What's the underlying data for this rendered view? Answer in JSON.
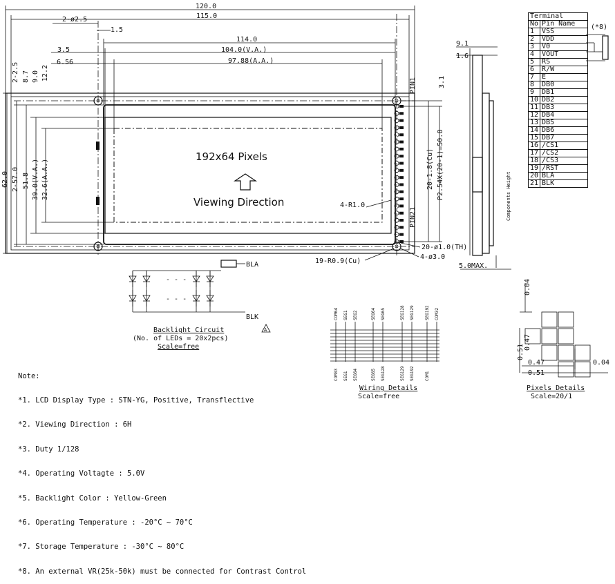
{
  "front_view": {
    "dims_top": {
      "overall_width": "120.0",
      "pcb_width": "115.0",
      "offset_left": "2-ø2.5",
      "offset_small": "1.5",
      "bezel_width": "114.0",
      "offset_va": "3.5",
      "va_width": "104.0(V.A.)",
      "offset_aa": "6.56",
      "aa_width": "97.88(A.A.)"
    },
    "dims_left": {
      "d1": "2-2.5",
      "d2": "8.7",
      "d3": "9.0",
      "d4": "12.2",
      "overall_height": "62.0",
      "hole_pitch": "2-57.0",
      "bezel_height": "51.8",
      "va_height": "39.0(V.A.)",
      "aa_height": "32.6(A.A.)"
    },
    "center_text": "192x64 Pixels",
    "viewing_text": "Viewing Direction",
    "corner_radius": "4-R1.0",
    "pin1_label": "PIN1",
    "pin21_label": "PIN21",
    "right_dim_small": "3.1",
    "right_dim_pitch": "20-1.8(Cu)",
    "right_dim_total": "P2.54X(20-1)=50.8",
    "hole_label": "20-ø1.0(TH)",
    "mount_label": "4-ø3.0",
    "pad_label": "19-R0.9(Cu)",
    "max_label": "5.0MAX."
  },
  "side_view": {
    "d1": "9.1",
    "d2": "1.6",
    "component_height": "Components Height"
  },
  "terminal": {
    "title": "Terminal",
    "header_no": "No",
    "header_name": "Pin Name",
    "note_ref": "(*8)",
    "pins": [
      {
        "no": "1",
        "name": "VSS"
      },
      {
        "no": "2",
        "name": "VDD"
      },
      {
        "no": "3",
        "name": "V0"
      },
      {
        "no": "4",
        "name": "VOUT"
      },
      {
        "no": "5",
        "name": "RS"
      },
      {
        "no": "6",
        "name": "R/W"
      },
      {
        "no": "7",
        "name": "E"
      },
      {
        "no": "8",
        "name": "DB0"
      },
      {
        "no": "9",
        "name": "DB1"
      },
      {
        "no": "10",
        "name": "DB2"
      },
      {
        "no": "11",
        "name": "DB3"
      },
      {
        "no": "12",
        "name": "DB4"
      },
      {
        "no": "13",
        "name": "DB5"
      },
      {
        "no": "14",
        "name": "DB6"
      },
      {
        "no": "15",
        "name": "DB7"
      },
      {
        "no": "16",
        "name": "/CS1"
      },
      {
        "no": "17",
        "name": "/CS2"
      },
      {
        "no": "18",
        "name": "/CS3"
      },
      {
        "no": "19",
        "name": "/RST"
      },
      {
        "no": "20",
        "name": "BLA"
      },
      {
        "no": "21",
        "name": "BLK"
      }
    ]
  },
  "backlight": {
    "bla": "BLA",
    "blk": "BLK",
    "title": "Backlight Circuit",
    "subtitle": "(No. of LEDs = 20x2pcs)",
    "scale": "Scale=free",
    "warn": "A"
  },
  "wiring": {
    "top_labels": [
      "COM64",
      "SEG1",
      "SEG2",
      "SEG64",
      "SEG65",
      "SEG128",
      "SEG129",
      "SEG192",
      "COM32"
    ],
    "bottom_labels": [
      "COM33",
      "SEG1",
      "SEG64",
      "SEG65",
      "SEG128",
      "SEG129",
      "SEG192",
      "COM1"
    ],
    "title": "Wiring Details",
    "scale": "Scale=free"
  },
  "pixels": {
    "d_top": "0.04",
    "d_left1": "0.51",
    "d_left2": "0.47",
    "d_bottom1": "0.47",
    "d_bottom2": "0.51",
    "d_right": "0.04",
    "title": "Pixels Details",
    "scale": "Scale=20/1"
  },
  "notes": {
    "heading": "Note:",
    "lines": [
      "*1. LCD Display Type : STN-YG, Positive, Transflective",
      "*2. Viewing Direction : 6H",
      "*3. Duty 1/128",
      "*4. Operating Voltagte : 5.0V",
      "*5. Backlight Color : Yellow-Green",
      "*6. Operating Temperature : -20°C ~ 70°C",
      "*7. Storage Temperature : -30°C ~ 80°C",
      "*8. An external VR(25k-50k) must be connected for Contrast Control"
    ]
  }
}
